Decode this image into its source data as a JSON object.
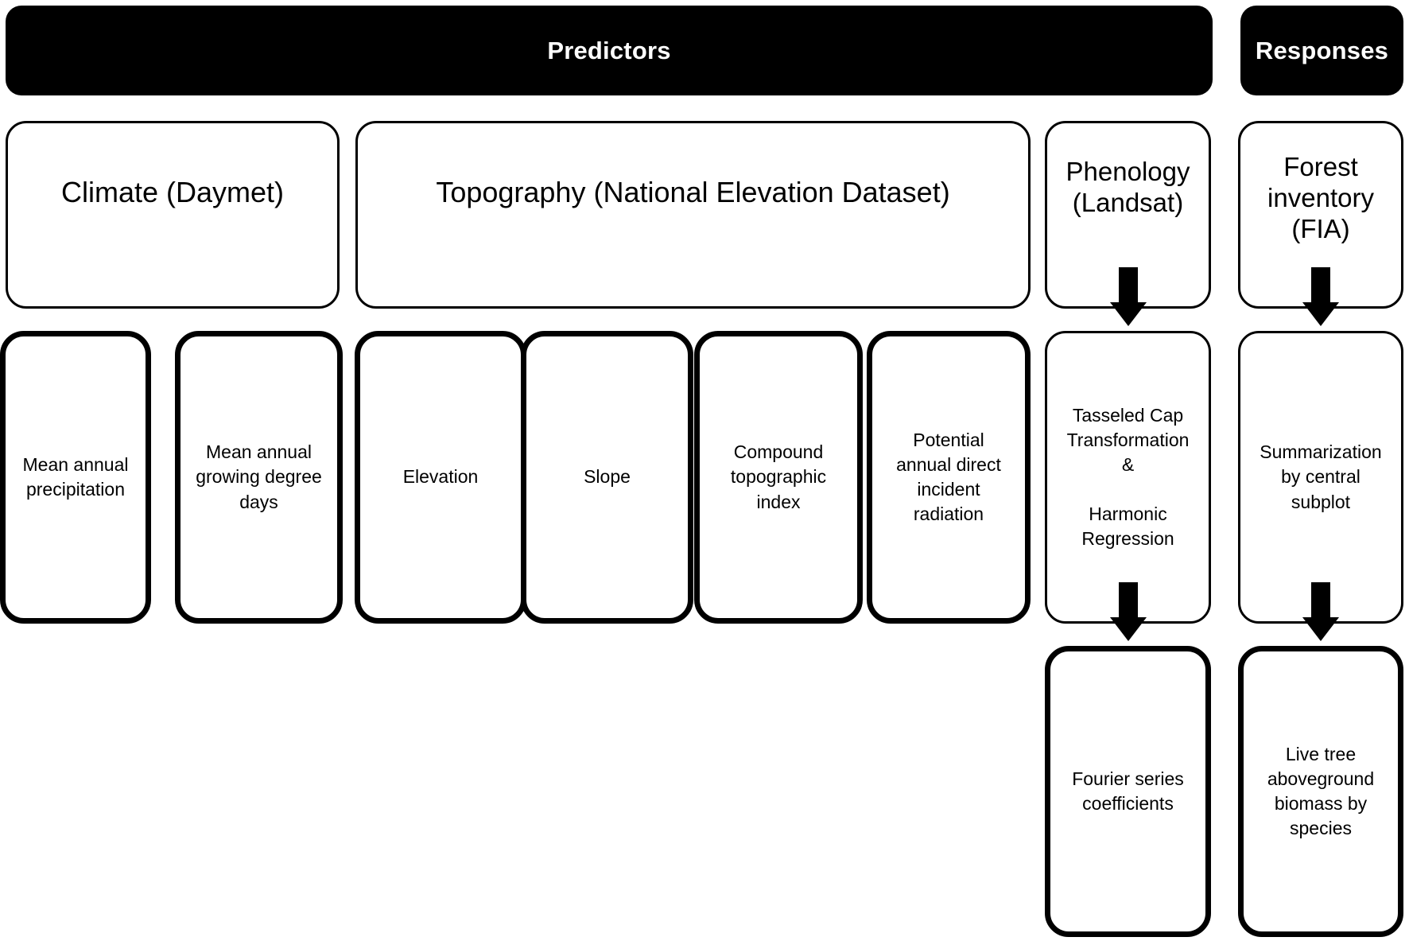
{
  "headers": {
    "predictors": "Predictors",
    "responses": "Responses"
  },
  "groups": {
    "climate": "Climate (Daymet)",
    "topography": "Topography (National Elevation Dataset)",
    "phenology": "Phenology\n(Landsat)",
    "forest_inventory": "Forest\ninventory\n(FIA)"
  },
  "variables": {
    "mean_annual_precipitation": "Mean annual\nprecipitation",
    "mean_annual_growing_degree_days": "Mean annual\ngrowing degree\ndays",
    "elevation": "Elevation",
    "slope": "Slope",
    "compound_topographic_index": "Compound\ntopographic\nindex",
    "potential_annual_direct_incident_radiation": "Potential\nannual direct\nincident\nradiation",
    "tasseled_cap": "Tasseled Cap\nTransformation\n&\n\nHarmonic\nRegression",
    "summarization": "Summarization\nby central\nsubplot"
  },
  "outputs": {
    "fourier_series_coefficients": "Fourier series\ncoefficients",
    "live_tree_biomass": "Live tree\naboveground\nbiomass by\nspecies"
  },
  "colors": {
    "header_background": "#000000",
    "header_text": "#ffffff",
    "box_border": "#000000",
    "box_background": "#ffffff",
    "arrow": "#000000"
  },
  "flow": {
    "phenology_to_tasseled_cap": "arrow-down",
    "tasseled_cap_to_fourier": "arrow-down",
    "fia_to_summarization": "arrow-down",
    "summarization_to_biomass": "arrow-down"
  }
}
